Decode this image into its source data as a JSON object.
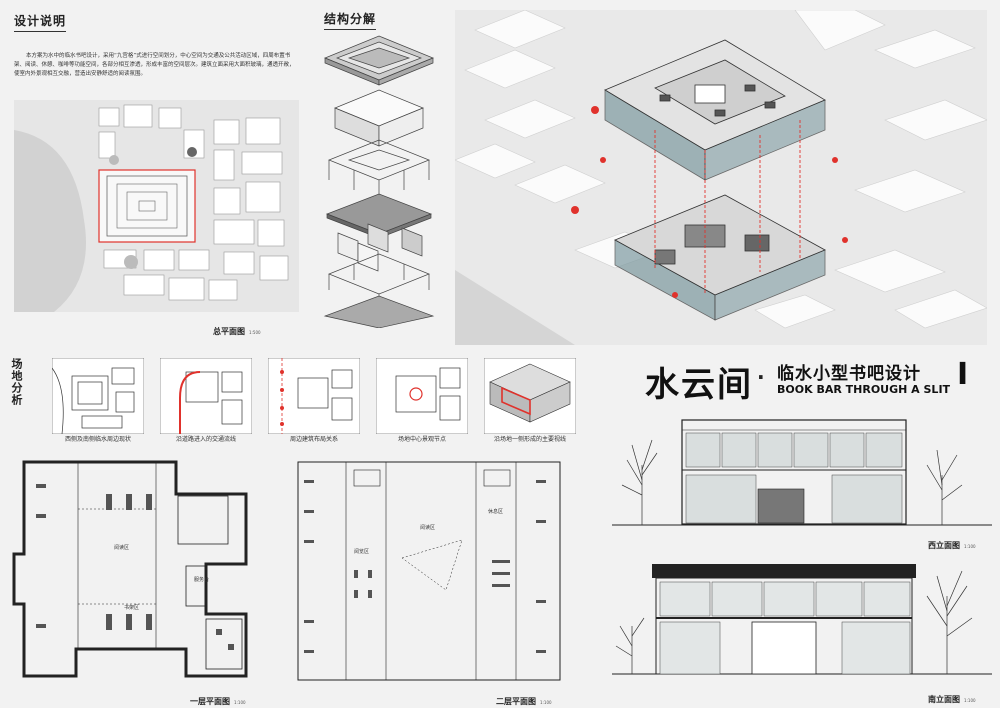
{
  "design_note": {
    "title": "设计说明",
    "body": "本方案为水中的临水书吧设计，采用“九宫格”式进行空间划分，中心空间为交通及公共活动区域，四周布置书架、阅读、休憩、咖啡等功能空间，各部分相互渗透，形成丰富的空间层次。建筑立面采用大面积玻璃，通透开敞，使室内外景观相互交融，营造出安静舒适的阅读氛围。"
  },
  "site_plan": {
    "caption": "总平面图",
    "scale": "1:500"
  },
  "structure": {
    "title": "结构分解"
  },
  "site_analysis": {
    "title": "场地分析",
    "items": [
      {
        "label": "西侧及南侧临水周边现状"
      },
      {
        "label": "沿道路进入的交通流线"
      },
      {
        "label": "周边建筑布局关系"
      },
      {
        "label": "场地中心景观节点"
      },
      {
        "label": "沿场地一侧形成的主要视线"
      }
    ]
  },
  "project_title": {
    "cn_main": "水云间",
    "dot": "·",
    "cn_sub": "临水小型书吧设计",
    "en": "BOOK BAR THROUGH A SLIT",
    "numeral": "I"
  },
  "floor1": {
    "caption": "一层平面图",
    "scale": "1:100",
    "room_labels": [
      "阅读区",
      "书架区",
      "服务台"
    ]
  },
  "floor2": {
    "caption": "二层平面图",
    "scale": "1:100",
    "room_labels": [
      "阅览区",
      "阅读区",
      "休息区"
    ]
  },
  "west_elevation": {
    "caption": "西立面图",
    "scale": "1:100"
  },
  "south_elevation": {
    "caption": "南立面图",
    "scale": "1:100"
  },
  "colors": {
    "accent_red": "#e0322c",
    "dark": "#222222",
    "glass": "#7d9aa0"
  }
}
